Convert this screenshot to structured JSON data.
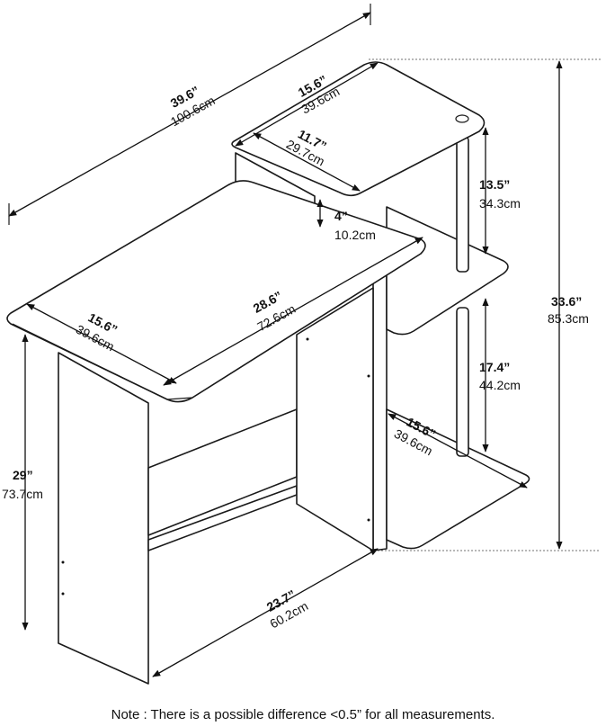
{
  "dimensions": {
    "overall_width": {
      "imperial": "39.6”",
      "metric": "100.6cm"
    },
    "top_shelf_width": {
      "imperial": "15.6”",
      "metric": "39.6cm"
    },
    "top_shelf_depth": {
      "imperial": "11.7”",
      "metric": "29.7cm"
    },
    "top_shelf_clearance": {
      "imperial": "13.5”",
      "metric": "34.3cm"
    },
    "riser_height": {
      "imperial": "4”",
      "metric": "10.2cm"
    },
    "overall_height": {
      "imperial": "33.6”",
      "metric": "85.3cm"
    },
    "desktop_width": {
      "imperial": "28.6”",
      "metric": "72.6cm"
    },
    "desktop_depth": {
      "imperial": "15.6”",
      "metric": "39.6cm"
    },
    "middle_shelf_clearance": {
      "imperial": "17.4”",
      "metric": "44.2cm"
    },
    "bottom_shelf_depth": {
      "imperial": "15.6”",
      "metric": "39.6cm"
    },
    "desk_height": {
      "imperial": "29”",
      "metric": "73.7cm"
    },
    "knee_width": {
      "imperial": "23.7”",
      "metric": "60.2cm"
    }
  },
  "note": "Note : There is a possible difference <0.5” for all measurements."
}
